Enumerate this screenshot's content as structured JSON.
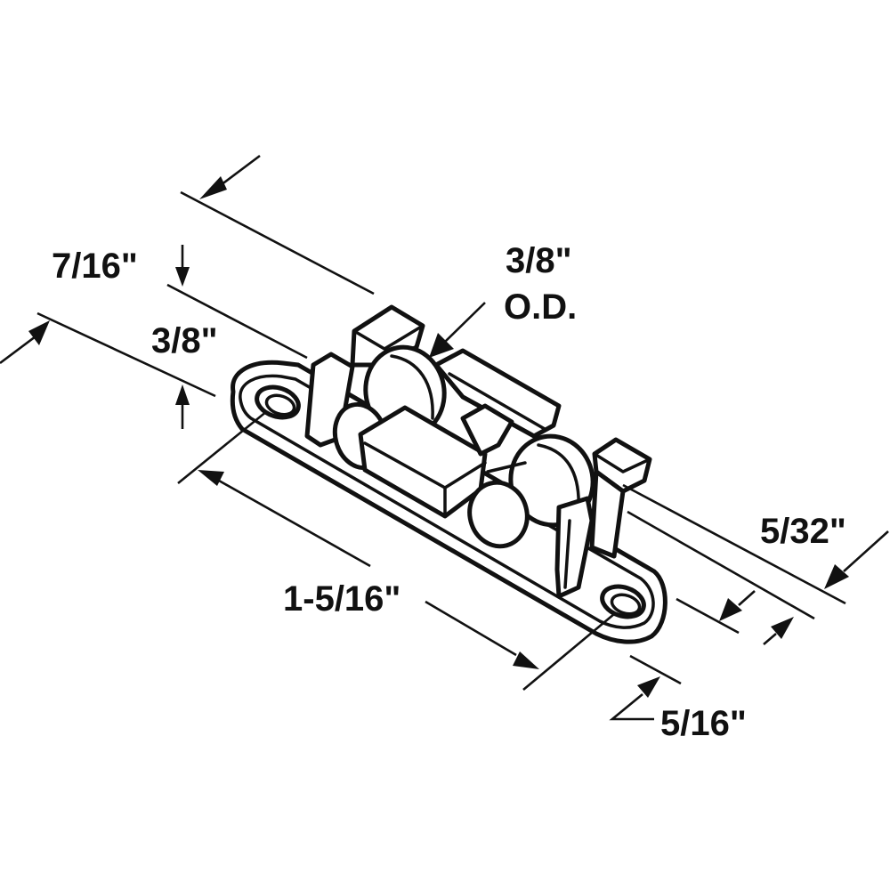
{
  "dimensions": {
    "overall_height": "7/16\"",
    "body_height": "3/8\"",
    "wheel_diameter_value": "3/8\"",
    "wheel_diameter_unit": "O.D.",
    "overall_length": "1-5/16\"",
    "width": "5/32\"",
    "end_offset": "5/16\""
  },
  "colors": {
    "ink": "#111111",
    "background": "#ffffff"
  }
}
